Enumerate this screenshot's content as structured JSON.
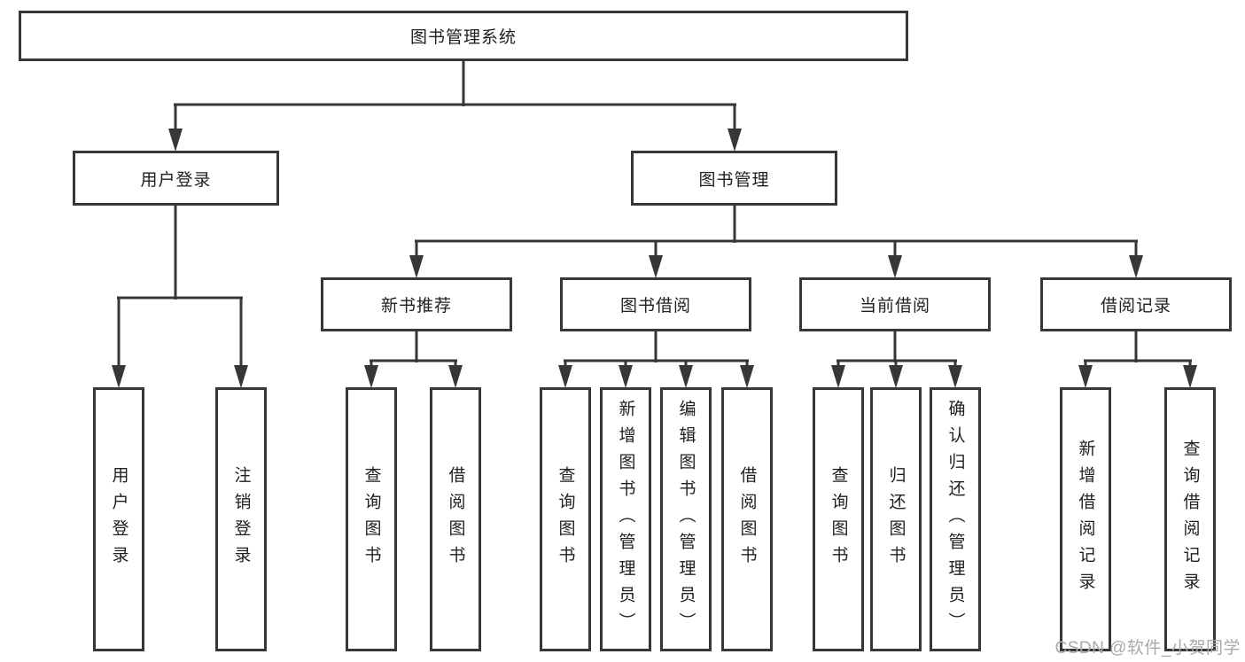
{
  "diagram": {
    "root": {
      "label": "图书管理系统"
    },
    "level2": [
      "用户登录",
      "图书管理"
    ],
    "level3": [
      "新书推荐",
      "图书借阅",
      "当前借阅",
      "借阅记录"
    ],
    "leaves": {
      "user_login": [
        "用户登录",
        "注销登录"
      ],
      "new_book": [
        "查询图书",
        "借阅图书"
      ],
      "book_borrow": [
        "查询图书",
        "新增图书（管理员）",
        "编辑图书（管理员）",
        "借阅图书"
      ],
      "current_borrow": [
        "查询图书",
        "归还图书",
        "确认归还（管理员）"
      ],
      "borrow_record": [
        "新增借阅记录",
        "查询借阅记录"
      ]
    },
    "colors": {
      "line": "#373737",
      "text": "#202020",
      "background": "#ffffff",
      "watermark": "#a9a9a9"
    }
  },
  "watermark": {
    "text": "CSDN @软件_小贺同学"
  }
}
